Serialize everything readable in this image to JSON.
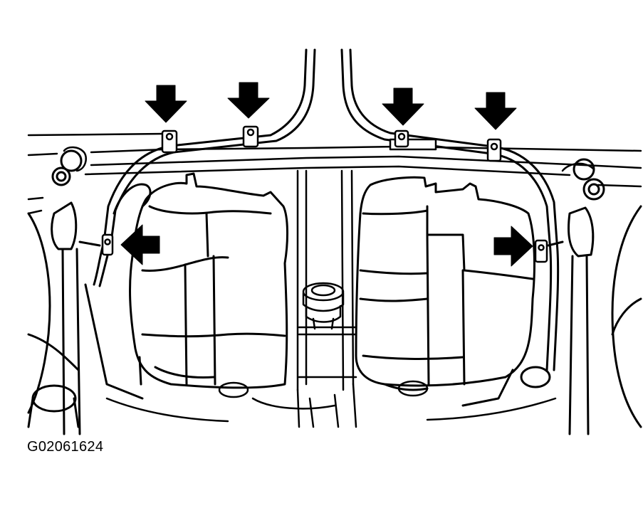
{
  "figure": {
    "id_code": "G02061624"
  },
  "colors": {
    "ink": "#000000",
    "paper": "#ffffff"
  },
  "callouts": {
    "count": 6,
    "icon": "arrow-icon",
    "directions": [
      "down",
      "down",
      "down",
      "down",
      "left",
      "right"
    ]
  }
}
